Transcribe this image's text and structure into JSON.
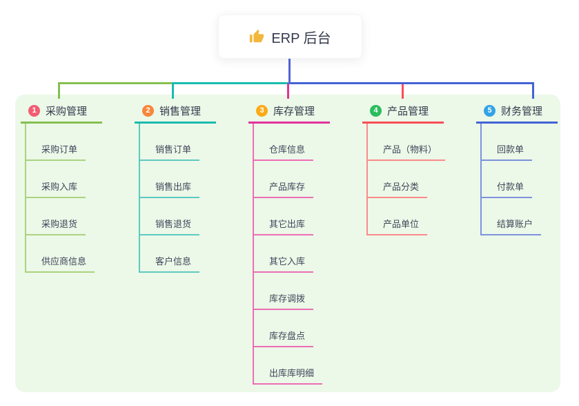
{
  "root": {
    "label": "ERP 后台",
    "icon": "thumbs-up-icon"
  },
  "colors": {
    "panel_bg": "#ecf8e8",
    "root_line": "#5163d6",
    "card_bg": "#ffffff",
    "title_text": "#343a4c",
    "child_text": "#40465a",
    "thumb_icon": "#f2b73c"
  },
  "branches": [
    {
      "key": "procurement",
      "badge": "1",
      "title": "采购管理",
      "badge_color": "#f25d72",
      "line_color": "#84bf51",
      "child_line_color": "#a9d37f",
      "children": [
        "采购订单",
        "采购入库",
        "采购退货",
        "供应商信息"
      ]
    },
    {
      "key": "sales",
      "badge": "2",
      "title": "销售管理",
      "badge_color": "#f8863b",
      "line_color": "#1abcae",
      "child_line_color": "#5bcabf",
      "children": [
        "销售订单",
        "销售出库",
        "销售退货",
        "客户信息"
      ]
    },
    {
      "key": "inventory",
      "badge": "3",
      "title": "库存管理",
      "badge_color": "#fbab18",
      "line_color": "#e0329b",
      "child_line_color": "#ee6db6",
      "children": [
        "仓库信息",
        "产品库存",
        "其它出库",
        "其它入库",
        "库存调拨",
        "库存盘点",
        "出库库明细"
      ]
    },
    {
      "key": "product",
      "badge": "4",
      "title": "产品管理",
      "badge_color": "#2abd5d",
      "line_color": "#f94d57",
      "child_line_color": "#fb8a8a",
      "children": [
        "产品（物料）",
        "产品分类",
        "产品单位"
      ]
    },
    {
      "key": "finance",
      "badge": "5",
      "title": "财务管理",
      "badge_color": "#33a3e8",
      "line_color": "#4263d5",
      "child_line_color": "#7d92dd",
      "children": [
        "回款单",
        "付款单",
        "结算账户"
      ]
    }
  ]
}
